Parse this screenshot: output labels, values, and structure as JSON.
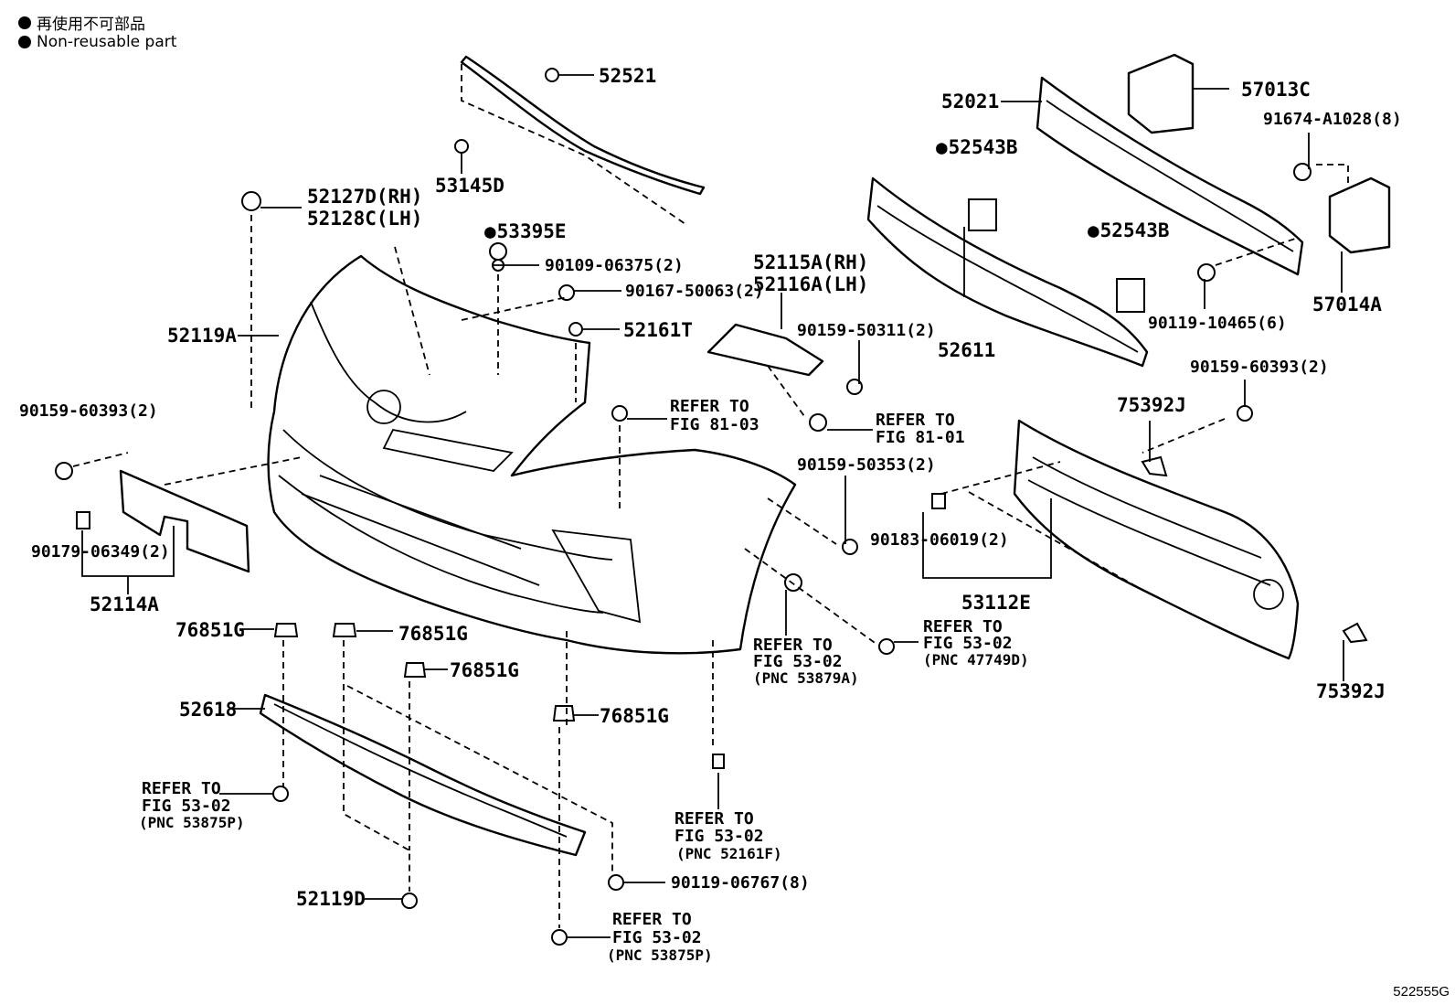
{
  "legend": {
    "line1": "再使用不可部品",
    "line2": "Non-reusable part"
  },
  "diagram_code": "522555G",
  "labels": {
    "p52521": "52521",
    "p53145D": "53145D",
    "p52127D": "52127D(RH)",
    "p52128C": "52128C(LH)",
    "p53395E": "53395E",
    "p90109": "90109-06375(2)",
    "p90167": "90167-50063(2)",
    "p52161T": "52161T",
    "p52119A": "52119A",
    "p52115A": "52115A(RH)",
    "p52116A": "52116A(LH)",
    "p90159_50311": "90159-50311(2)",
    "refer_81_03_a": "REFER TO",
    "refer_81_03_b": "FIG 81-03",
    "refer_81_01_a": "REFER TO",
    "refer_81_01_b": "FIG 81-01",
    "p90159_60393_l": "90159-60393(2)",
    "p90179": "90179-06349(2)",
    "p52114A": "52114A",
    "p90159_50353": "90159-50353(2)",
    "p52021": "52021",
    "p52543B_1": "52543B",
    "p52543B_2": "52543B",
    "p52611": "52611",
    "p57013C": "57013C",
    "p91674": "91674-A1028(8)",
    "p90119_10465": "90119-10465(6)",
    "p57014A": "57014A",
    "p90159_60393_r": "90159-60393(2)",
    "p75392J_1": "75392J",
    "p90183": "90183-06019(2)",
    "p53112E": "53112E",
    "p75392J_2": "75392J",
    "p76851G_1": "76851G",
    "p76851G_2": "76851G",
    "p76851G_3": "76851G",
    "p76851G_4": "76851G",
    "p52618": "52618",
    "refer_53_02_a1": "REFER TO",
    "refer_53_02_a2": "FIG 53-02",
    "refer_53_02_a3": "(PNC 53879A)",
    "refer_53_02_b1": "REFER TO",
    "refer_53_02_b2": "FIG 53-02",
    "refer_53_02_b3": "(PNC 47749D)",
    "refer_53_02_c1": "REFER TO",
    "refer_53_02_c2": "FIG 53-02",
    "refer_53_02_c3": "(PNC 53875P)",
    "refer_53_02_d1": "REFER TO",
    "refer_53_02_d2": "FIG 53-02",
    "refer_53_02_d3": "(PNC 52161F)",
    "refer_53_02_e1": "REFER TO",
    "refer_53_02_e2": "FIG 53-02",
    "refer_53_02_e3": "(PNC 53875P)",
    "p52119D": "52119D",
    "p90119_06767": "90119-06767(8)"
  }
}
